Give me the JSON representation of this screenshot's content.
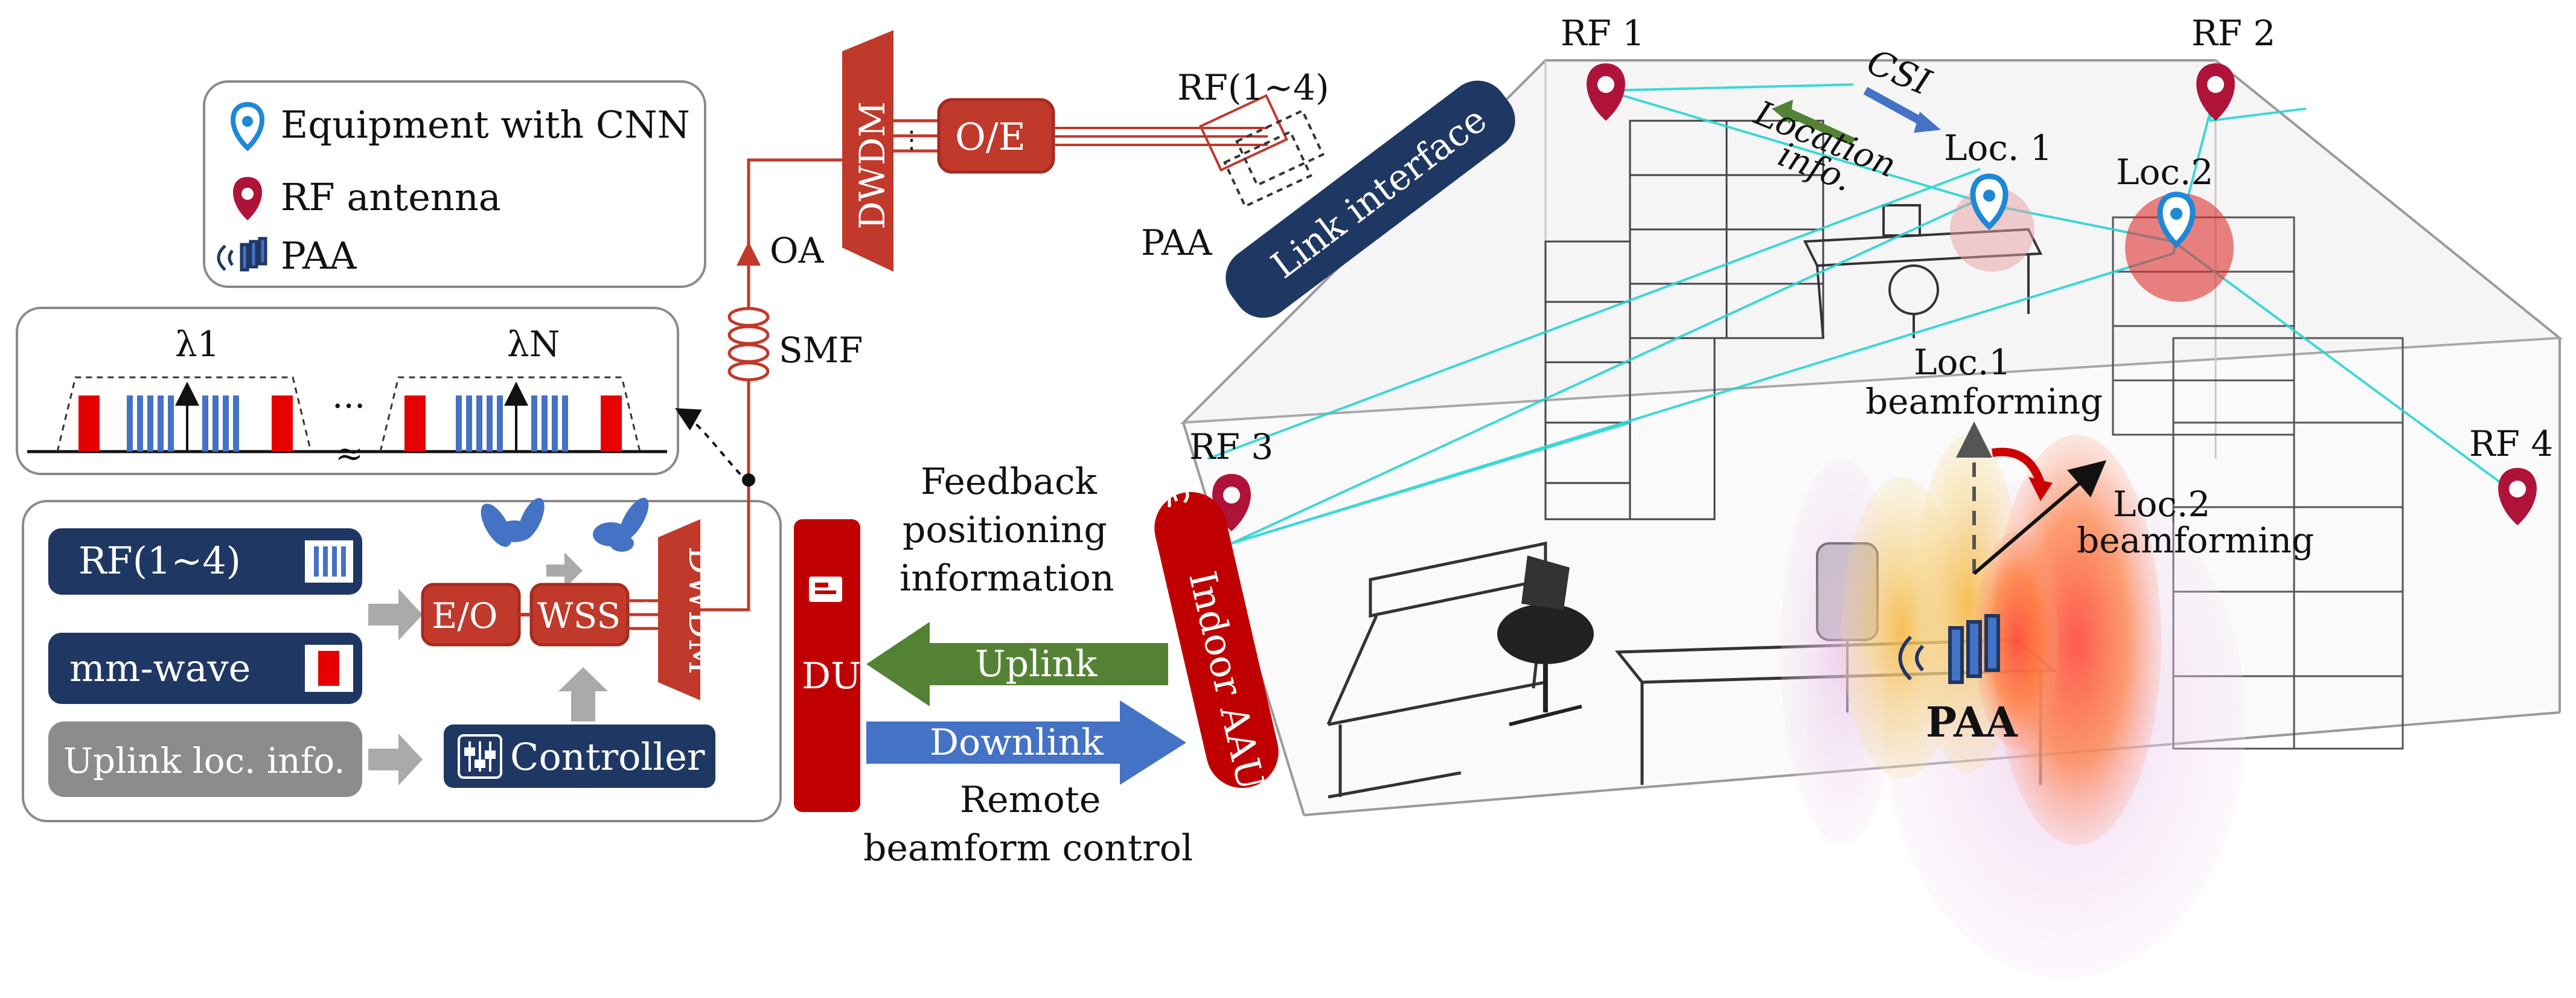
{
  "legend": {
    "items": [
      {
        "label": "Equipment with CNN",
        "icon": "location-pin-icon"
      },
      {
        "label": "RF antenna",
        "icon": "rf-antenna-icon"
      },
      {
        "label": "PAA",
        "icon": "phased-array-antenna-icon"
      }
    ]
  },
  "spectrum": {
    "lambda_1": "λ1",
    "lambda_n": "λN",
    "ellipsis": "...",
    "break_mark": "≈"
  },
  "central_office": {
    "rf_label": "RF(1~4)",
    "mmwave_label": "mm-wave",
    "uplink_loc_label": "Uplink loc. info.",
    "eo_label": "E/O",
    "wss_label": "WSS",
    "dwdm_label": "DWDM",
    "controller_label": "Controller"
  },
  "fiber": {
    "smf_label": "SMF",
    "oa_label": "OA",
    "dwdm_label": "DWDM",
    "oe_label": "O/E",
    "rf_label": "RF(1~4)",
    "paa_label": "PAA",
    "link_interface_label": "Link interface"
  },
  "du": {
    "label": "DU",
    "feedback_label": "Feedback positioning information",
    "uplink_label": "Uplink",
    "downlink_label": "Downlink",
    "remote_label": "Remote beamform control",
    "aau_label": "Indoor AAU"
  },
  "room": {
    "rf1": "RF 1",
    "rf2": "RF 2",
    "rf3": "RF 3",
    "rf4": "RF 4",
    "csi": "CSI",
    "location_info": "Location info.",
    "loc1": "Loc. 1",
    "loc2": "Loc.2",
    "loc1_beam": "Loc.1 beamforming",
    "loc2_beam": "Loc.2 beamforming",
    "paa": "PAA"
  },
  "colors": {
    "dark_blue": "#1f3763",
    "brick_red": "#c0392b",
    "fiber_red": "#c0392b",
    "uplink_green": "#548235",
    "downlink_blue": "#4472c4",
    "rf_bar_blue": "#4472c4",
    "mmwave_red": "#e60000",
    "pin_blue": "#1e88d6",
    "antenna_red": "#b0133a",
    "beam_cyan": "#2bd4d4"
  }
}
